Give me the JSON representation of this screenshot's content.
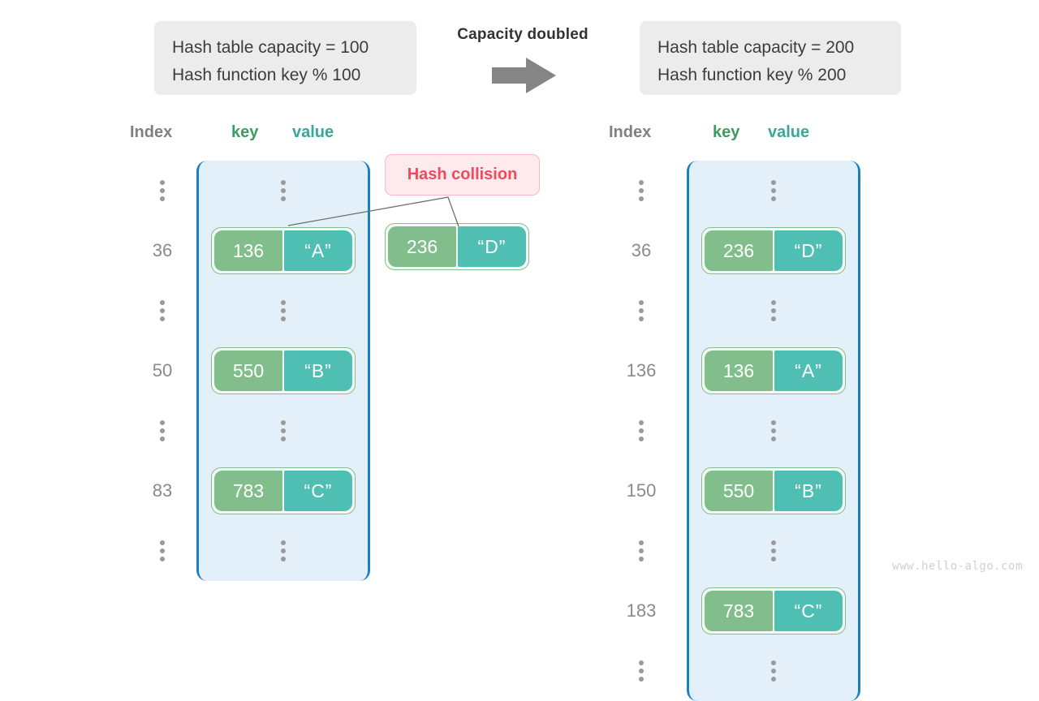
{
  "info_left": {
    "line1": "Hash table capacity = 100",
    "line2": "Hash function key % 100"
  },
  "info_right": {
    "line1": "Hash table capacity = 200",
    "line2": "Hash function key % 200"
  },
  "transition": {
    "label": "Capacity doubled",
    "arrow_icon": "right-arrow-icon"
  },
  "collision": {
    "label": "Hash collision",
    "box_fill": "#fdeaec",
    "box_border": "#f5b9c0",
    "text_color": "#ef4b5e"
  },
  "floating_pair": {
    "key": "236",
    "value": "“D”"
  },
  "headers": {
    "index": "Index",
    "key": "key",
    "value": "value"
  },
  "colors": {
    "key_box": "#82be8c",
    "value_box": "#4fbfb4",
    "bucket_fill": "#e3f0fa",
    "bucket_border": "#1b7fc4",
    "header_key": "#3e9b5f",
    "header_value": "#3aa79d",
    "index_text": "#8a8a8a",
    "info_box_fill": "#ececec"
  },
  "left_table": {
    "rows": [
      {
        "index": "",
        "dots": true,
        "key": "",
        "value": ""
      },
      {
        "index": "36",
        "dots": false,
        "key": "136",
        "value": "“A”"
      },
      {
        "index": "",
        "dots": true,
        "key": "",
        "value": ""
      },
      {
        "index": "50",
        "dots": false,
        "key": "550",
        "value": "“B”"
      },
      {
        "index": "",
        "dots": true,
        "key": "",
        "value": ""
      },
      {
        "index": "83",
        "dots": false,
        "key": "783",
        "value": "“C”"
      },
      {
        "index": "",
        "dots": true,
        "key": "",
        "value": ""
      }
    ]
  },
  "right_table": {
    "rows": [
      {
        "index": "",
        "dots": true,
        "key": "",
        "value": ""
      },
      {
        "index": "36",
        "dots": false,
        "key": "236",
        "value": "“D”"
      },
      {
        "index": "",
        "dots": true,
        "key": "",
        "value": ""
      },
      {
        "index": "136",
        "dots": false,
        "key": "136",
        "value": "“A”"
      },
      {
        "index": "",
        "dots": true,
        "key": "",
        "value": ""
      },
      {
        "index": "150",
        "dots": false,
        "key": "550",
        "value": "“B”"
      },
      {
        "index": "",
        "dots": true,
        "key": "",
        "value": ""
      },
      {
        "index": "183",
        "dots": false,
        "key": "783",
        "value": "“C”"
      },
      {
        "index": "",
        "dots": true,
        "key": "",
        "value": ""
      }
    ]
  },
  "watermark": "www.hello-algo.com"
}
